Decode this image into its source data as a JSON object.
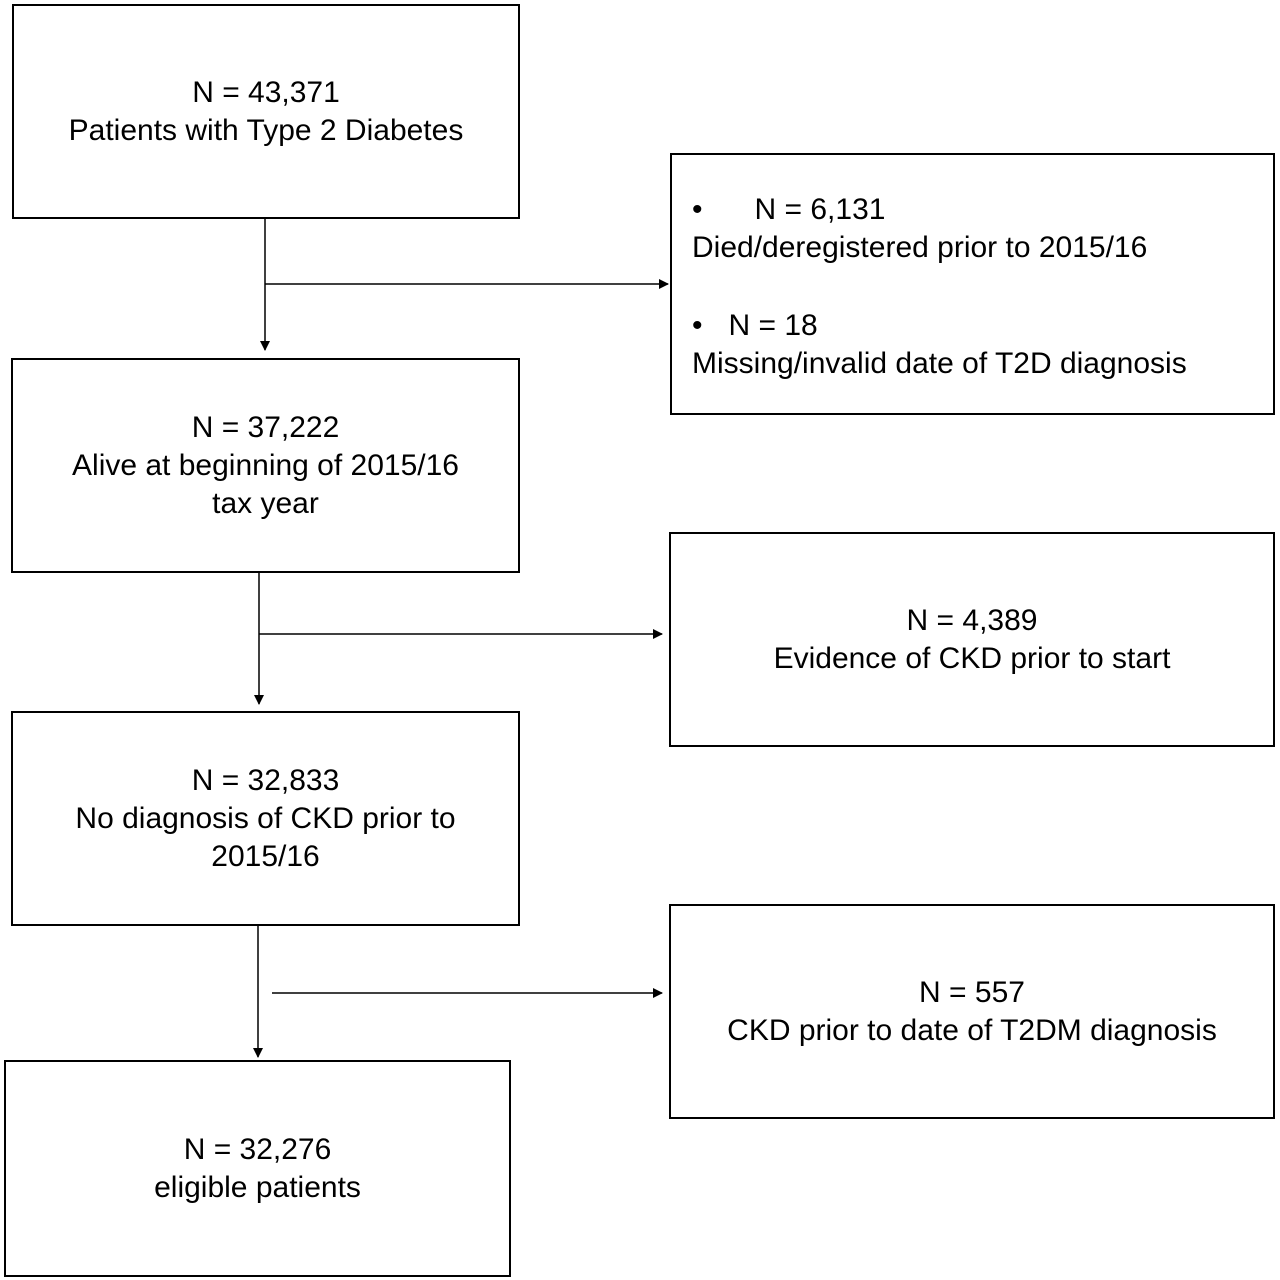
{
  "flow": {
    "step1": {
      "count": "N = 43,371",
      "desc": "Patients with Type 2 Diabetes"
    },
    "exclusion1": {
      "items": [
        {
          "bullet": "•",
          "count": "N = 6,131",
          "desc": "Died/deregistered prior to 2015/16"
        },
        {
          "bullet": "•",
          "count": "N = 18",
          "desc": "Missing/invalid date of T2D diagnosis"
        }
      ]
    },
    "step2": {
      "count": "N = 37,222",
      "desc_line1": "Alive at beginning of 2015/16",
      "desc_line2": "tax year"
    },
    "exclusion2": {
      "count": "N = 4,389",
      "desc": "Evidence of CKD prior to start"
    },
    "step3": {
      "count": "N = 32,833",
      "desc_line1": "No diagnosis of CKD prior to",
      "desc_line2": "2015/16"
    },
    "exclusion3": {
      "count": "N = 557",
      "desc": "CKD prior to date of T2DM diagnosis"
    },
    "step4": {
      "count": "N = 32,276",
      "desc": "eligible patients"
    }
  }
}
